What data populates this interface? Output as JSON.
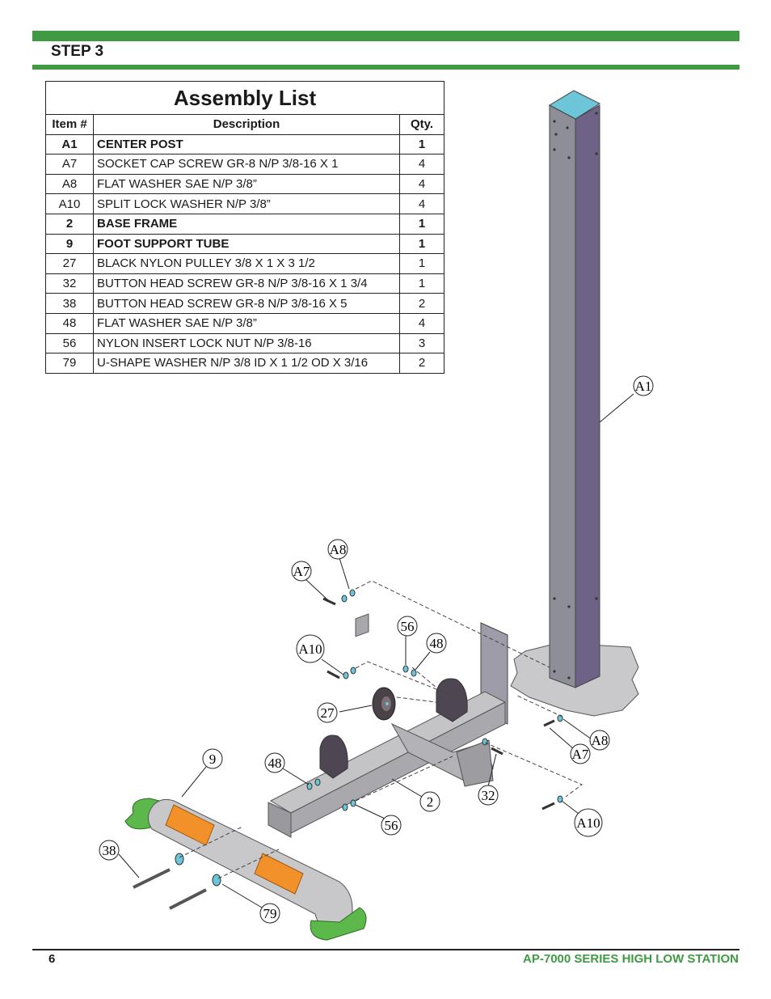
{
  "header": {
    "step": "STEP 3"
  },
  "assembly": {
    "title": "Assembly List",
    "columns": [
      "Item #",
      "Description",
      "Qty."
    ],
    "rows": [
      {
        "item": "A1",
        "description": "CENTER POST",
        "qty": "1",
        "bold": true
      },
      {
        "item": "A7",
        "description": "SOCKET CAP SCREW GR-8 N/P 3/8-16 X 1",
        "qty": "4",
        "bold": false
      },
      {
        "item": "A8",
        "description": "FLAT WASHER SAE N/P 3/8”",
        "qty": "4",
        "bold": false
      },
      {
        "item": "A10",
        "description": "SPLIT LOCK WASHER N/P 3/8”",
        "qty": "4",
        "bold": false
      },
      {
        "item": "2",
        "description": "BASE FRAME",
        "qty": "1",
        "bold": true
      },
      {
        "item": "9",
        "description": "FOOT SUPPORT TUBE",
        "qty": "1",
        "bold": true
      },
      {
        "item": "27",
        "description": "BLACK NYLON PULLEY 3/8 X 1 X 3 1/2",
        "qty": "1",
        "bold": false
      },
      {
        "item": "32",
        "description": "BUTTON HEAD SCREW GR-8 N/P 3/8-16 X 1 3/4",
        "qty": "1",
        "bold": false
      },
      {
        "item": "38",
        "description": "BUTTON HEAD SCREW GR-8 N/P 3/8-16 X 5",
        "qty": "2",
        "bold": false
      },
      {
        "item": "48",
        "description": "FLAT WASHER SAE N/P 3/8”",
        "qty": "4",
        "bold": false
      },
      {
        "item": "56",
        "description": "NYLON INSERT LOCK NUT N/P 3/8-16",
        "qty": "3",
        "bold": false
      },
      {
        "item": "79",
        "description": "U-SHAPE WASHER  N/P 3/8 ID X 1 1/2 OD X 3/16",
        "qty": "2",
        "bold": false
      }
    ]
  },
  "diagram": {
    "callouts": {
      "a1": "A1",
      "a8_top": "A8",
      "a7_top": "A7",
      "n56_top": "56",
      "n48_top": "48",
      "a10_top": "A10",
      "n27": "27",
      "a8_right": "A8",
      "a7_right": "A7",
      "n9": "9",
      "n48_low": "48",
      "n2": "2",
      "n32": "32",
      "a10_right": "A10",
      "n56_low": "56",
      "n38": "38",
      "n79": "79"
    },
    "colors": {
      "post": "#8c8c96",
      "post_shadow": "#6b5f82",
      "post_cap": "#6cc6d8",
      "pad_orange": "#f2902a",
      "pad_green": "#5cb84a",
      "frame": "#b9b9bc"
    }
  },
  "footer": {
    "page": "6",
    "title": "AP-7000 SERIES HIGH LOW STATION"
  }
}
